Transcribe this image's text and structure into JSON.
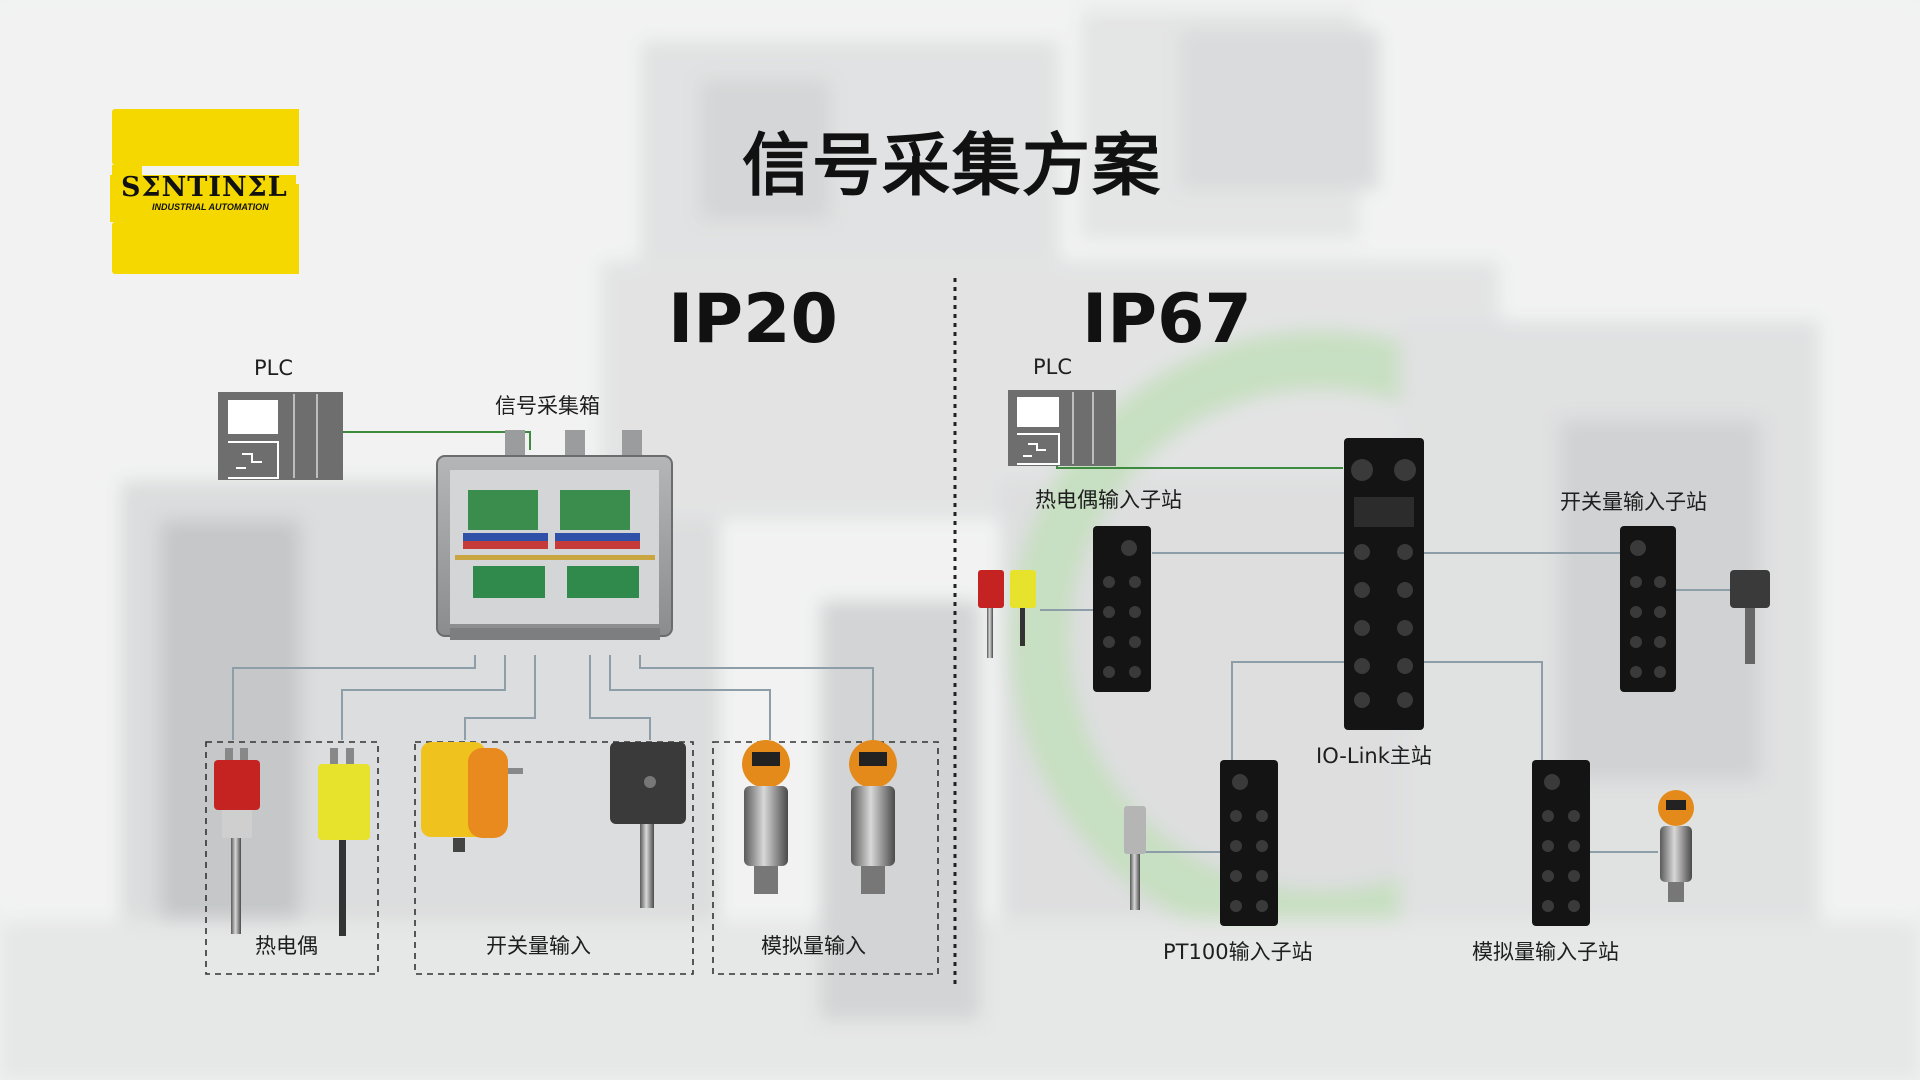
{
  "title": "信号采集方案",
  "logo": {
    "name": "SΣNTINΣL",
    "subtitle": "INDUSTRIAL AUTOMATION",
    "color": "#f5d800"
  },
  "ip20": {
    "heading": "IP20",
    "plc_label": "PLC",
    "box_label": "信号采集箱",
    "groups": [
      "热电偶",
      "开关量输入",
      "模拟量输入"
    ]
  },
  "ip67": {
    "heading": "IP67",
    "plc_label": "PLC",
    "master_label": "IO-Link主站",
    "stations": {
      "thermocouple": "热电偶输入子站",
      "switch": "开关量输入子站",
      "pt100": "PT100输入子站",
      "analog": "模拟量输入子站"
    }
  },
  "colors": {
    "green_line": "#3e8a3e",
    "gray_line": "#8e9ea8",
    "module": "#141414",
    "port": "#3a3a3a"
  }
}
